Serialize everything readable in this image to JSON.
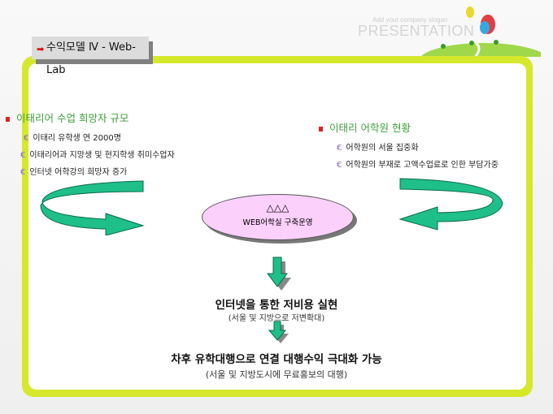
{
  "header": {
    "slogan": "Add your company slogan",
    "brand": "PRESENTATION"
  },
  "title": "수익모델 Ⅳ  - Web-Lab",
  "left": {
    "heading": "이태리어 수업 희망자 규모",
    "items": [
      "이태리 유학생 연 2000명",
      "이태리어과 지망생 및 현지학생 취미수업자",
      "인터넷 어학강의 희망자 증가"
    ]
  },
  "right": {
    "heading": "이태리 어학원 현황",
    "items": [
      "어학원의 서울 집중화",
      "어학원의 부재로 고액수업료로 인한 부담가중"
    ]
  },
  "center": {
    "symbol": "△△△",
    "label": "WEB어학실 구축운영"
  },
  "step1": {
    "main": "인터넷을 통한 저비용 실현",
    "sub": "(서울 및 지방으로 저변확대)"
  },
  "step2": {
    "main": "차후 유학대행으로 연결 대행수익 극대화 가능",
    "sub": "(서울 및 지방도시에 무료홍보의 대행)"
  },
  "colors": {
    "frame": "#d6e82c",
    "heading": "#3f9e3f",
    "arrow": "#1fbf8a",
    "ellipse": "#fbd0fb"
  }
}
